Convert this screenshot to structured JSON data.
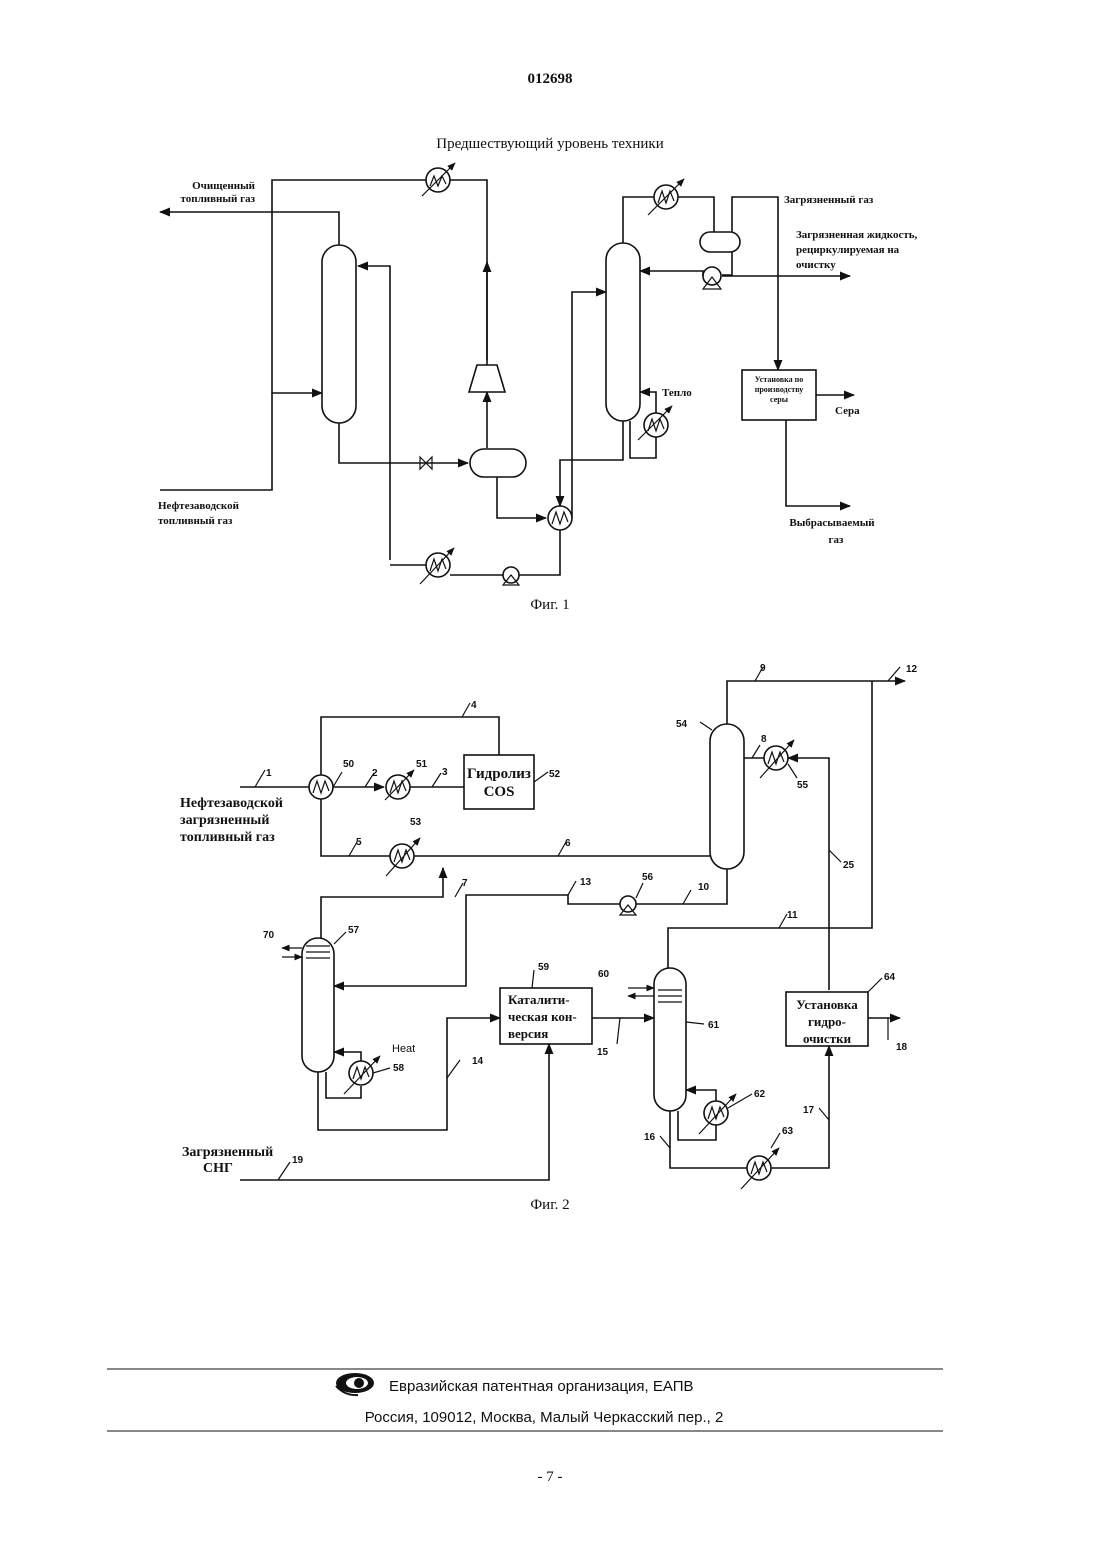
{
  "header": {
    "patent_number": "012698"
  },
  "figure1": {
    "heading": "Предшествующий уровень техники",
    "caption": "Фиг. 1",
    "labels": {
      "clean_gas_1": "Очищенный",
      "clean_gas_2": "топливный газ",
      "refinery_gas_1": "Нефтезаводской",
      "refinery_gas_2": "топливный газ",
      "dirty_gas": "Загрязненный газ",
      "dirty_liquid_1": "Загрязненная жидкость,",
      "dirty_liquid_2": "рециркулируемая  на",
      "dirty_liquid_3": "очистку",
      "heat": "Тепло",
      "sulfur_unit_1": "Установка  по",
      "sulfur_unit_2": "производству",
      "sulfur_unit_3": "серы",
      "sulfur": "Сера",
      "vent_gas_1": "Выбрасываемый",
      "vent_gas_2": "газ"
    }
  },
  "figure2": {
    "caption": "Фиг. 2",
    "labels": {
      "feed_1": "Нефтезаводской",
      "feed_2": "загрязненный",
      "feed_3": "топливный газ",
      "hydrolysis_1": "Гидролиз",
      "hydrolysis_2": "COS",
      "catalytic_1": "Каталити-",
      "catalytic_2": "ческая кон-",
      "catalytic_3": "версия",
      "hydrotreat_1": "Установка",
      "hydrotreat_2": "гидро-",
      "hydrotreat_3": "очистки",
      "heat": "Heat",
      "syngas_1": "Загрязненный",
      "syngas_2": "СНГ"
    },
    "numbers": {
      "n1": "1",
      "n2": "2",
      "n3": "3",
      "n4": "4",
      "n5": "5",
      "n6": "6",
      "n7": "7",
      "n8": "8",
      "n9": "9",
      "n10": "10",
      "n11": "11",
      "n12": "12",
      "n13": "13",
      "n14": "14",
      "n15": "15",
      "n16": "16",
      "n17": "17",
      "n18": "18",
      "n19": "19",
      "n25": "25",
      "n50": "50",
      "n51": "51",
      "n52": "52",
      "n53": "53",
      "n54": "54",
      "n55": "55",
      "n56": "56",
      "n57": "57",
      "n58": "58",
      "n59": "59",
      "n60": "60",
      "n61": "61",
      "n62": "62",
      "n63": "63",
      "n64": "64",
      "n70": "70"
    }
  },
  "footer": {
    "org_line": "Евразийская патентная организация, ЕАПВ",
    "address_line": "Россия, 109012, Москва, Малый Черкасский пер., 2",
    "page_number": "- 7 -"
  }
}
